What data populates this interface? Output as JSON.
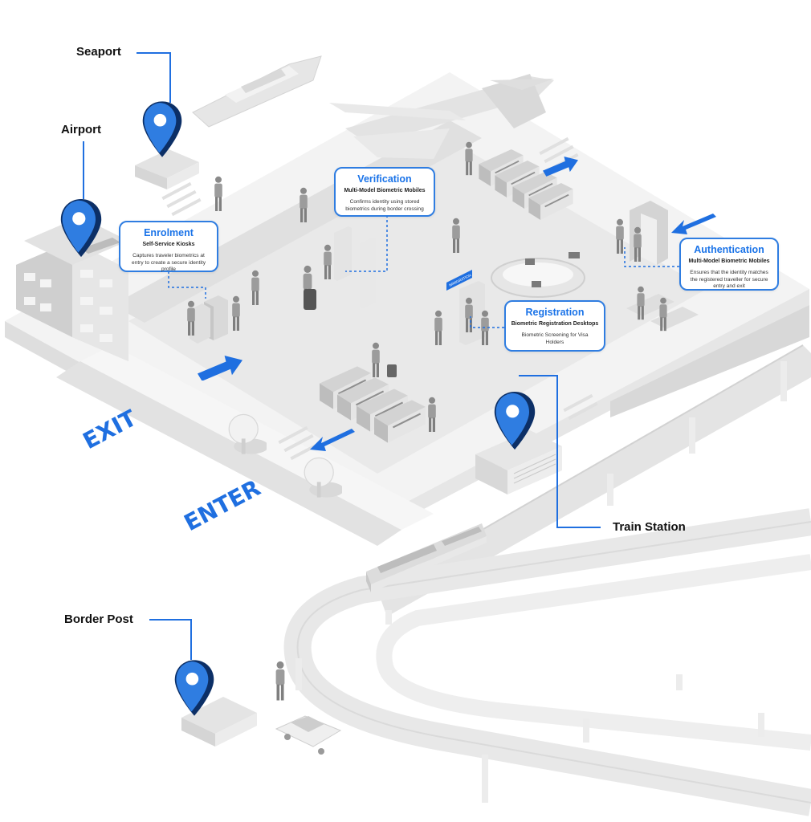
{
  "locations": {
    "seaport": "Seaport",
    "airport": "Airport",
    "train_station": "Train Station",
    "border_post": "Border Post"
  },
  "cards": {
    "enrolment": {
      "title": "Enrolment",
      "subtitle": "Self-Service Kiosks",
      "description": "Captures traveler biometrics at entry to create a secure identity profile"
    },
    "verification": {
      "title": "Verification",
      "subtitle": "Multi-Model Biometric Mobiles",
      "description": "Confirms identity using stored biometrics during border crossing"
    },
    "authentication": {
      "title": "Authentication",
      "subtitle": "Multi-Model Biometric Mobiles",
      "description": "Ensures that the identity matches the registered traveller for secure entry and exit"
    },
    "registration": {
      "title": "Registration",
      "subtitle": "Biometric Registration Desktops",
      "description": "Biometric Screening for Visa Holders"
    }
  },
  "road_labels": {
    "exit": "EXIT",
    "enter": "ENTER"
  },
  "sign_text": "IMMIGRATION",
  "icons": {
    "location_pin": "map-pin-icon",
    "direction_arrow": "arrow-icon"
  },
  "colors": {
    "accent": "#1f6fe0",
    "pin_dark": "#0c2f66",
    "pin_light": "#2f7de1",
    "ground": "#ececec"
  }
}
